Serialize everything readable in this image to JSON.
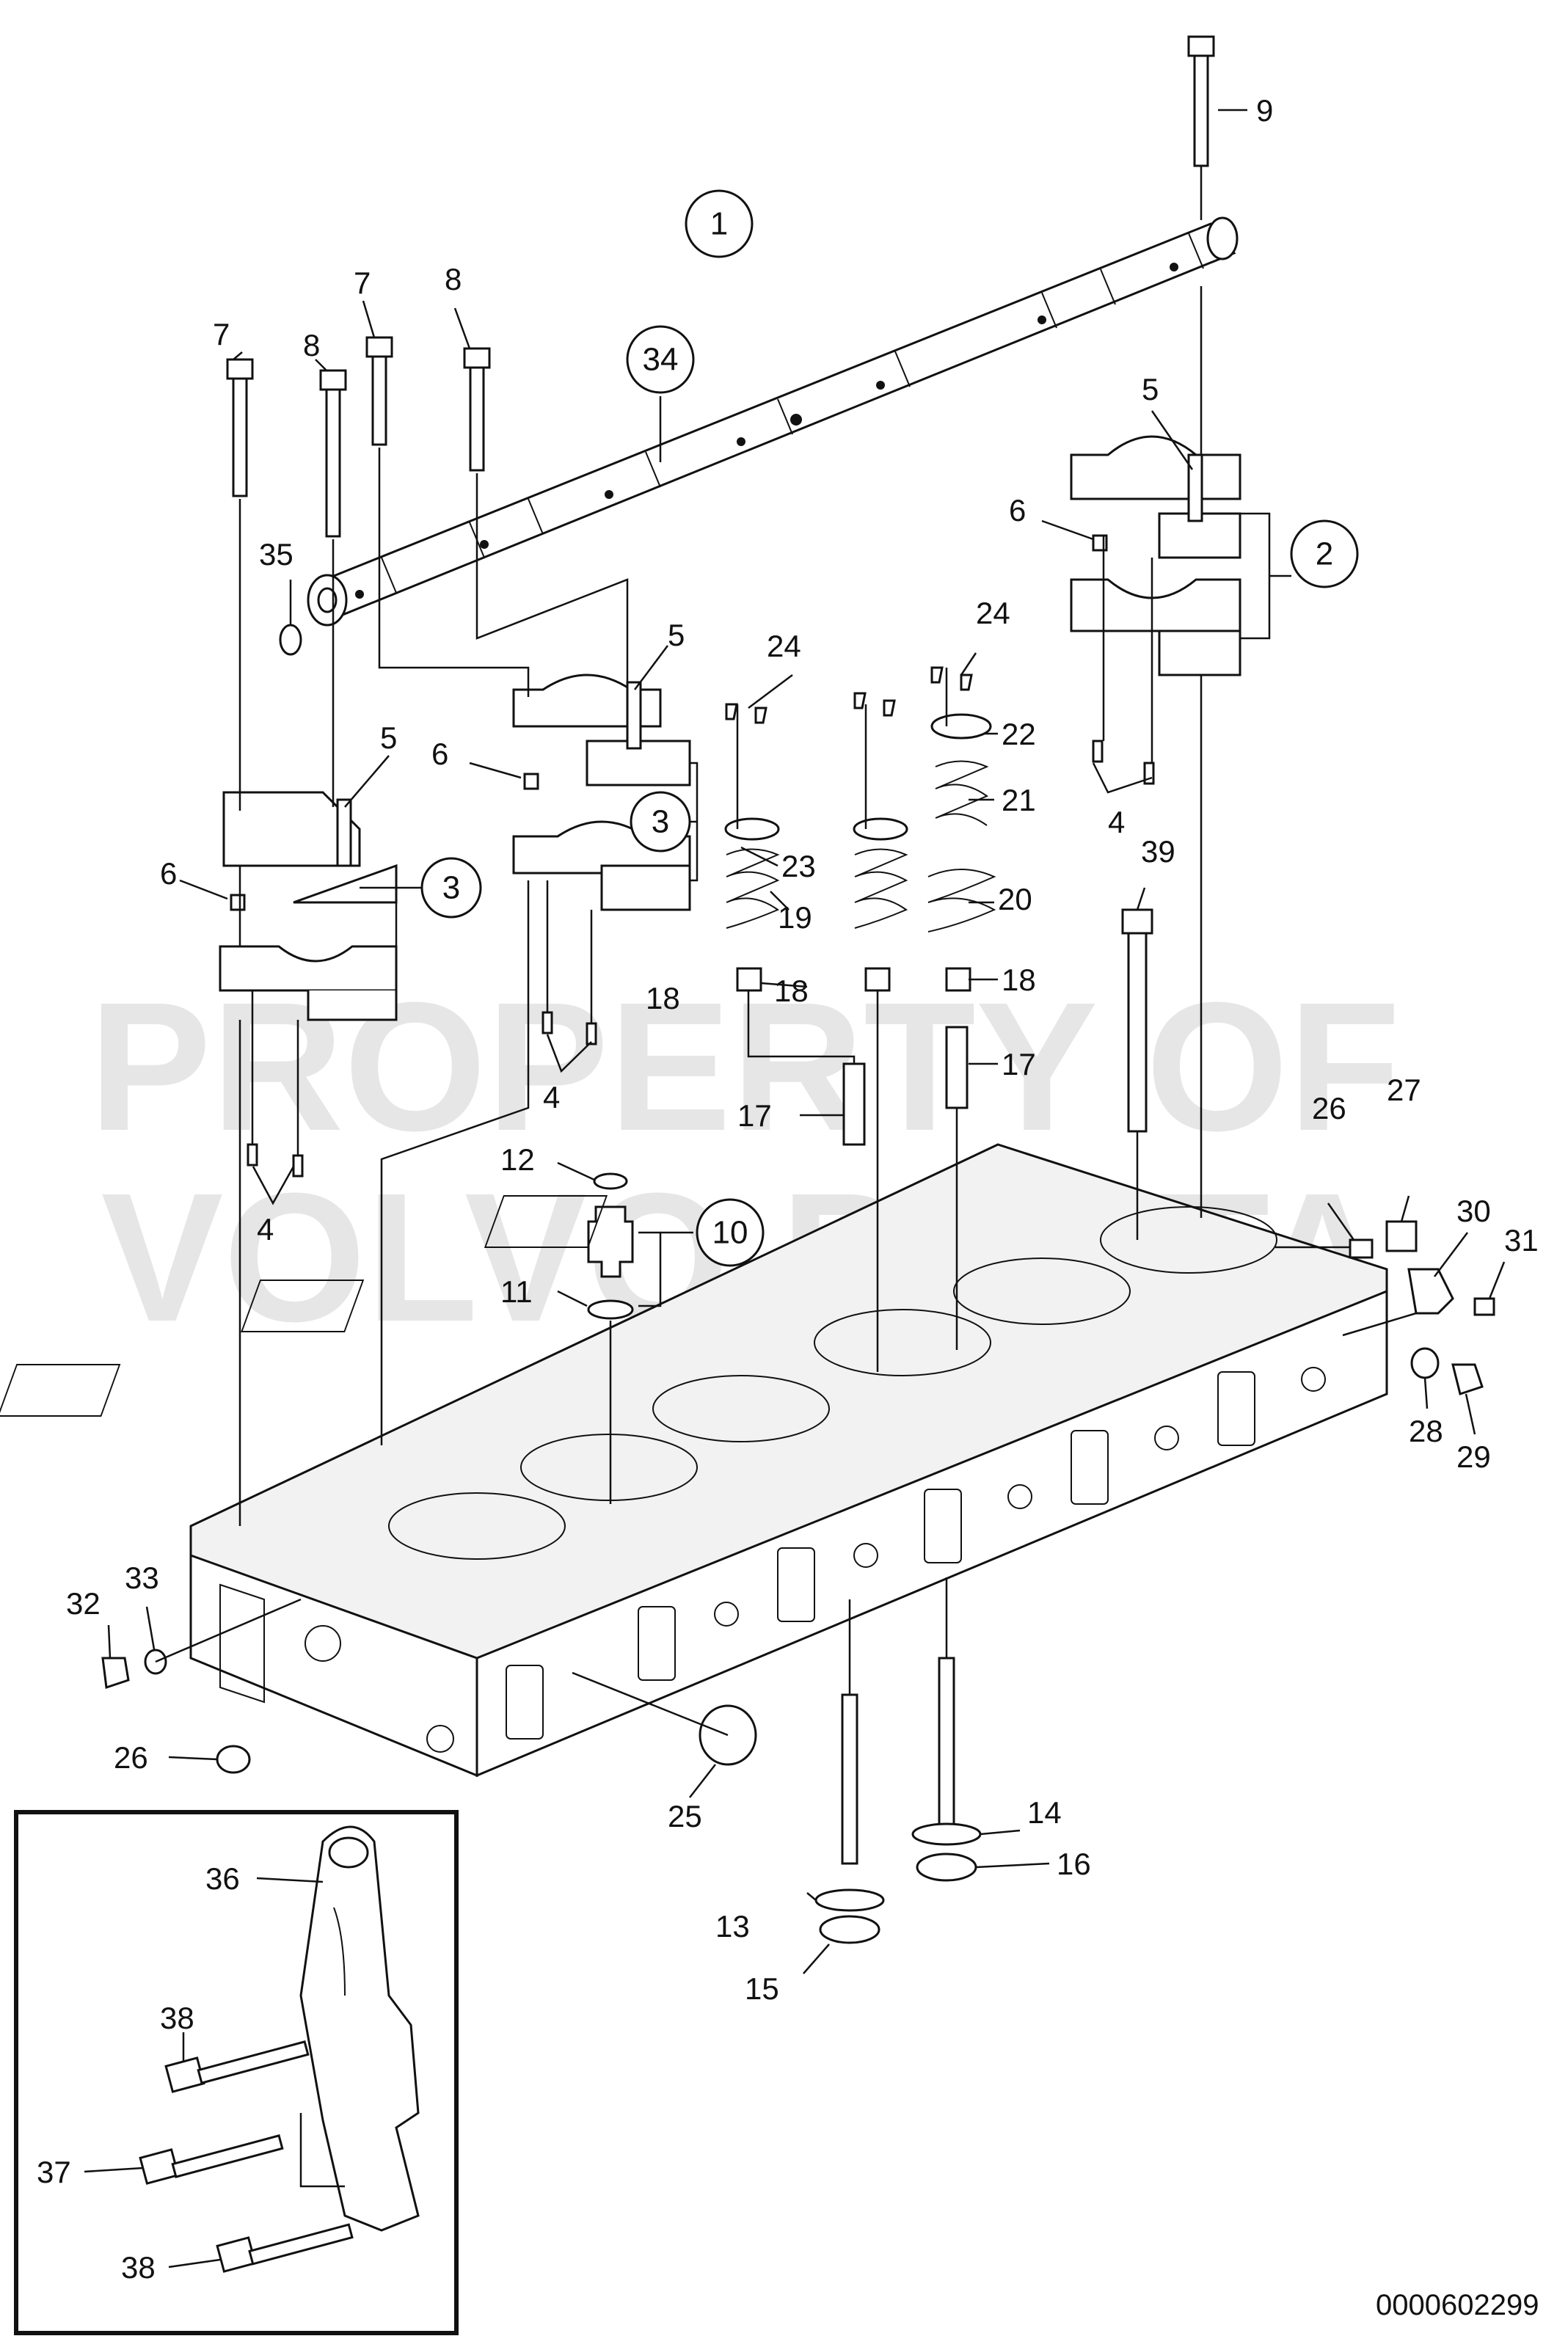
{
  "watermark": {
    "line1": "PROPERTY OF",
    "line2": "VOLVO PENTA"
  },
  "document_number": "0000602299",
  "callouts": {
    "c1": "1",
    "c2": "2",
    "c3a": "3",
    "c3b": "3",
    "c10": "10",
    "c34": "34"
  },
  "labels": {
    "l4a": "4",
    "l4b": "4",
    "l4c": "4",
    "l5a": "5",
    "l5b": "5",
    "l5c": "5",
    "l6a": "6",
    "l6b": "6",
    "l6c": "6",
    "l7a": "7",
    "l7b": "7",
    "l8a": "8",
    "l8b": "8",
    "l9": "9",
    "l11": "11",
    "l12": "12",
    "l13": "13",
    "l14": "14",
    "l15": "15",
    "l16": "16",
    "l17a": "17",
    "l17b": "17",
    "l18a": "18",
    "l18b": "18",
    "l18c": "18",
    "l19": "19",
    "l20": "20",
    "l21": "21",
    "l22": "22",
    "l23": "23",
    "l24a": "24",
    "l24b": "24",
    "l25": "25",
    "l26a": "26",
    "l26b": "26",
    "l27": "27",
    "l28": "28",
    "l29": "29",
    "l30": "30",
    "l31": "31",
    "l32": "32",
    "l33": "33",
    "l35": "35",
    "l36": "36",
    "l37": "37",
    "l38a": "38",
    "l38b": "38",
    "l39": "39"
  }
}
